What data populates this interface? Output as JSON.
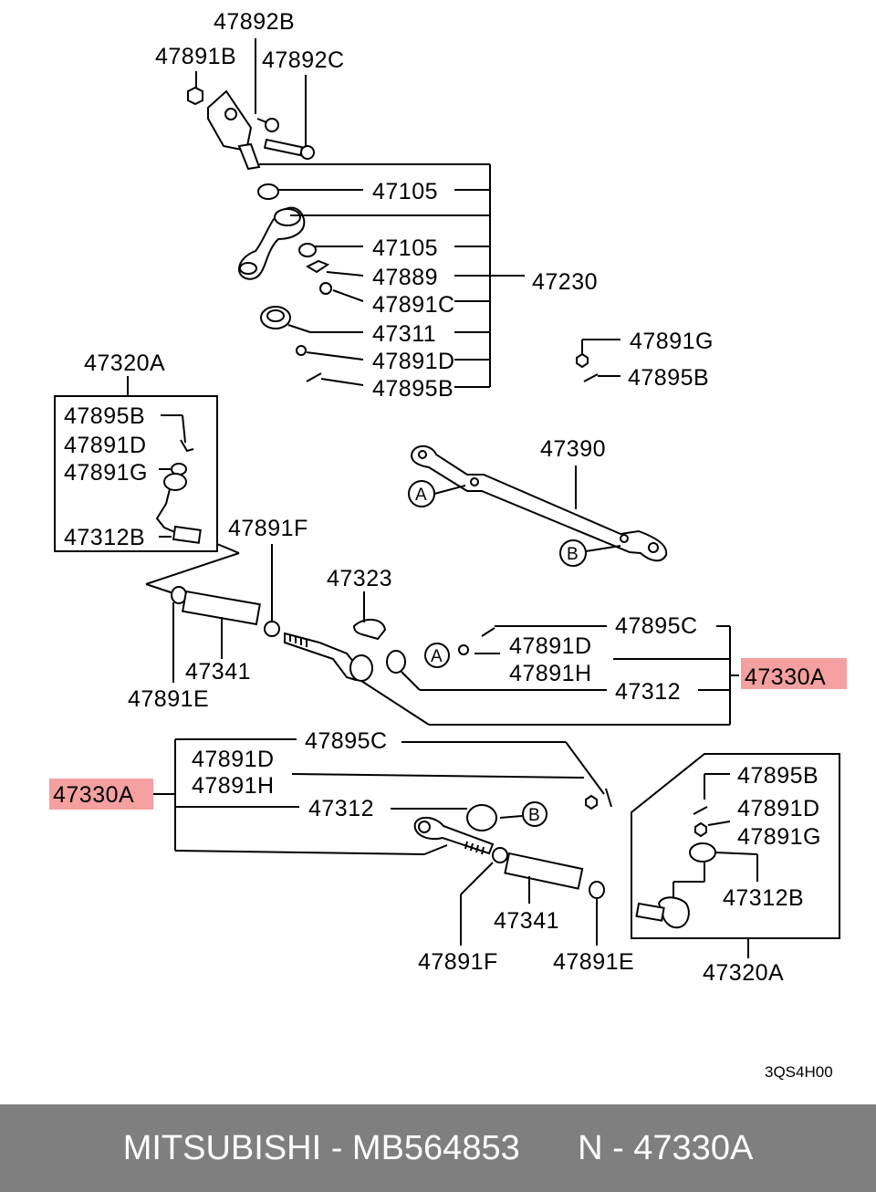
{
  "colors": {
    "highlight": "#f4a0a0",
    "footer_bg": "#7f7f7f",
    "footer_text": "#ffffff"
  },
  "labels": {
    "l47892B": "47892B",
    "l47891B": "47891B",
    "l47892C": "47892C",
    "l47105a": "47105",
    "l47105b": "47105",
    "l47889": "47889",
    "l47891C": "47891C",
    "l47311": "47311",
    "l47891Da": "47891D",
    "l47895Ba": "47895B",
    "l47230": "47230",
    "l47891Ga": "47891G",
    "l47895Bb": "47895B",
    "l47320Aa": "47320A",
    "l47895Bc": "47895B",
    "l47891Db": "47891D",
    "l47891Gb": "47891G",
    "l47312Ba": "47312B",
    "l47390": "47390",
    "l47891Fa": "47891F",
    "l47323": "47323",
    "l47341a": "47341",
    "l47891Ea": "47891E",
    "l47895Ca": "47895C",
    "l47891Dc": "47891D",
    "l47891Ha": "47891H",
    "l47312a": "47312",
    "l47330Aa": "47330A",
    "l47895Cb": "47895C",
    "l47891Dd": "47891D",
    "l47891Hb": "47891H",
    "l47312b": "47312",
    "l47330Ab": "47330A",
    "l47341b": "47341",
    "l47891Fb": "47891F",
    "l47891Eb": "47891E",
    "l47895Bd": "47895B",
    "l47891De": "47891D",
    "l47891Gc": "47891G",
    "l47312Bb": "47312B",
    "l47320Ab": "47320A",
    "circA1": "A",
    "circB1": "B",
    "circA2": "A",
    "circB2": "B",
    "code": "3QS4H00"
  },
  "footer": {
    "text": "MITSUBISHI - MB564853      N - 47330A"
  }
}
